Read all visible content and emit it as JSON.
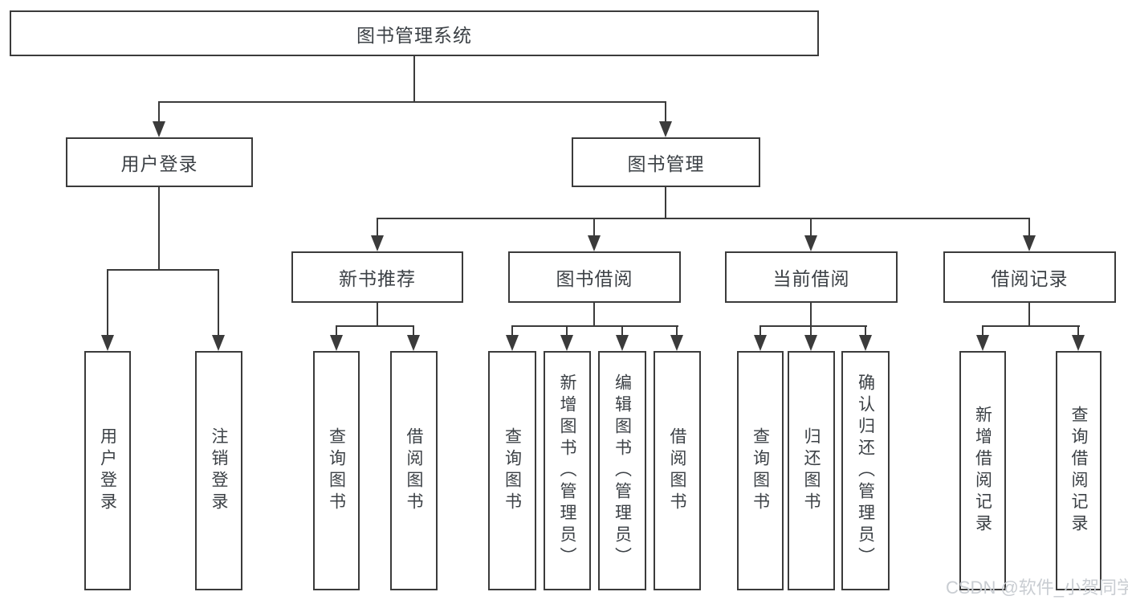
{
  "diagram": {
    "root": "图书管理系统",
    "level2": [
      "用户登录",
      "图书管理"
    ],
    "level3": [
      "新书推荐",
      "图书借阅",
      "当前借阅",
      "借阅记录"
    ],
    "leaves": {
      "user_login": [
        "用户登录",
        "注销登录"
      ],
      "new_book_recommend": [
        "查询图书",
        "借阅图书"
      ],
      "book_borrow": [
        "查询图书",
        "新增图书（管理员）",
        "编辑图书（管理员）",
        "借阅图书"
      ],
      "current_borrow": [
        "查询图书",
        "归还图书",
        "确认归还（管理员）"
      ],
      "borrow_record": [
        "新增借阅记录",
        "查询借阅记录"
      ]
    },
    "watermark": "CSDN @软件_小贺同学",
    "colors": {
      "line": "#3b3b3b",
      "box_border": "#3b3b3b",
      "text": "#3c4146",
      "background": "#ffffff",
      "watermark": "#c9cdd2"
    }
  }
}
